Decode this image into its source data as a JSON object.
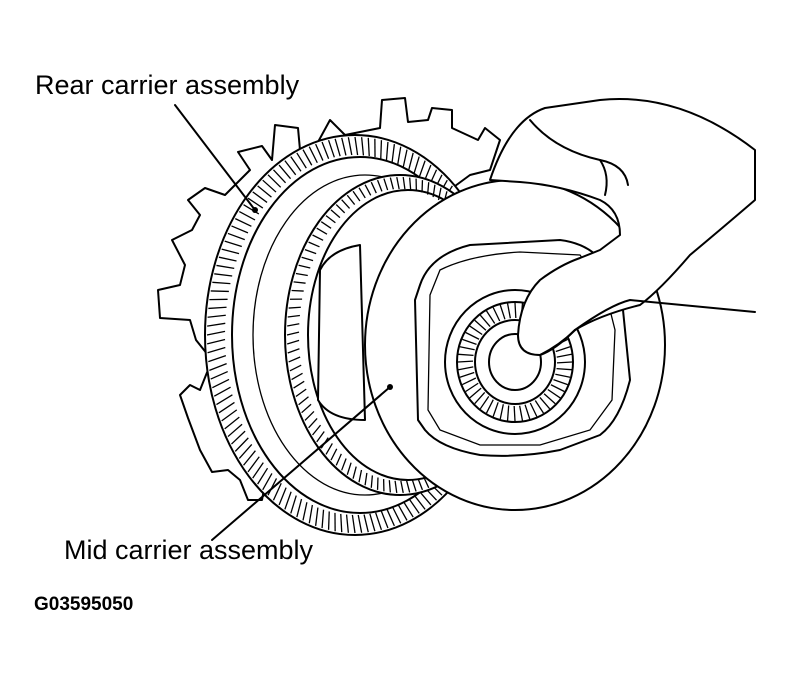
{
  "labels": {
    "rear_carrier": "Rear carrier assembly",
    "mid_carrier": "Mid carrier assembly",
    "figure_code": "G03595050"
  }
}
